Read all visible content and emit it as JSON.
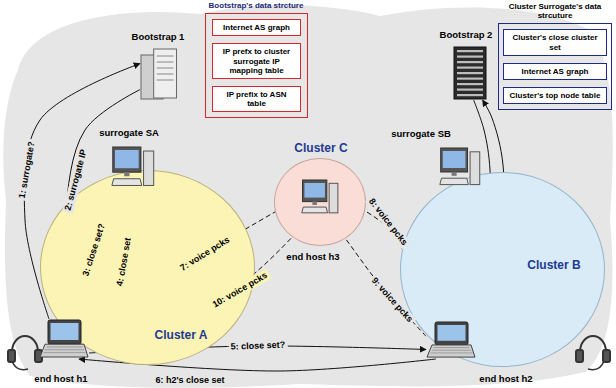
{
  "diagram": {
    "nodes": [
      {
        "text": [
          "Bootstrap's data strcture"
        ]
      },
      {
        "text": [
          "Internet AS graph"
        ],
        "in": 0
      },
      {
        "text": [
          "IP prefx to cluster surrogate IP mapping table"
        ],
        "in": 0
      },
      {
        "text": [
          "IP prefix to ASN table"
        ],
        "in": 0
      },
      {
        "text": [
          "Bootstrap 1"
        ]
      },
      {
        "text": [
          "Cluster A"
        ]
      },
      {
        "text": [
          "surrogate SA"
        ],
        "in": 5
      },
      {
        "text": [
          "end host h1"
        ],
        "in": 5
      },
      {
        "text": [
          "Cluster C"
        ]
      },
      {
        "text": [
          "end host h3"
        ],
        "in": 8
      },
      {
        "text": [
          "Bootstrap 2"
        ]
      },
      {
        "text": [
          "Cluster B"
        ]
      },
      {
        "text": [
          "surrogate SB"
        ],
        "in": 11
      },
      {
        "text": [
          "end host h2"
        ],
        "in": 11
      },
      {
        "text": [
          "Cluster Surrogate's data strcuture"
        ]
      },
      {
        "text": [
          "Cluster's close cluster set"
        ],
        "in": 14
      },
      {
        "text": [
          "Internet AS graph"
        ],
        "in": 14
      },
      {
        "text": [
          "Cluster's top node table"
        ],
        "in": 14
      }
    ],
    "edges": [
      {
        "from": 7,
        "to": 4,
        "arrow": "to",
        "label": "1: surrogate?"
      },
      {
        "from": 4,
        "to": 7,
        "arrow": "to",
        "label": "2: surrogate IP"
      },
      {
        "from": 7,
        "to": 6,
        "arrow": "to",
        "label": "3: close set?"
      },
      {
        "from": 6,
        "to": 7,
        "arrow": "to",
        "label": "4: close set"
      },
      {
        "from": 7,
        "to": 13,
        "arrow": "to",
        "label": "5: close set?"
      },
      {
        "from": 13,
        "to": 7,
        "arrow": "to",
        "label": "6: h2's close set"
      },
      {
        "from": 7,
        "to": 9,
        "arrow": "to",
        "label": "7: voice pcks"
      },
      {
        "from": 9,
        "to": 13,
        "arrow": "to",
        "label": "8: voice pcks"
      },
      {
        "from": 13,
        "to": 9,
        "arrow": "to",
        "label": "9: voice pcks"
      },
      {
        "from": 9,
        "to": 7,
        "arrow": "to",
        "label": "10: voice pcks"
      },
      {
        "from": 13,
        "to": 10,
        "arrow": "to"
      },
      {
        "from": 10,
        "to": 13,
        "arrow": "to"
      },
      {
        "from": 13,
        "to": 12,
        "arrow": "to"
      },
      {
        "from": 12,
        "to": 13,
        "arrow": "to"
      }
    ]
  }
}
